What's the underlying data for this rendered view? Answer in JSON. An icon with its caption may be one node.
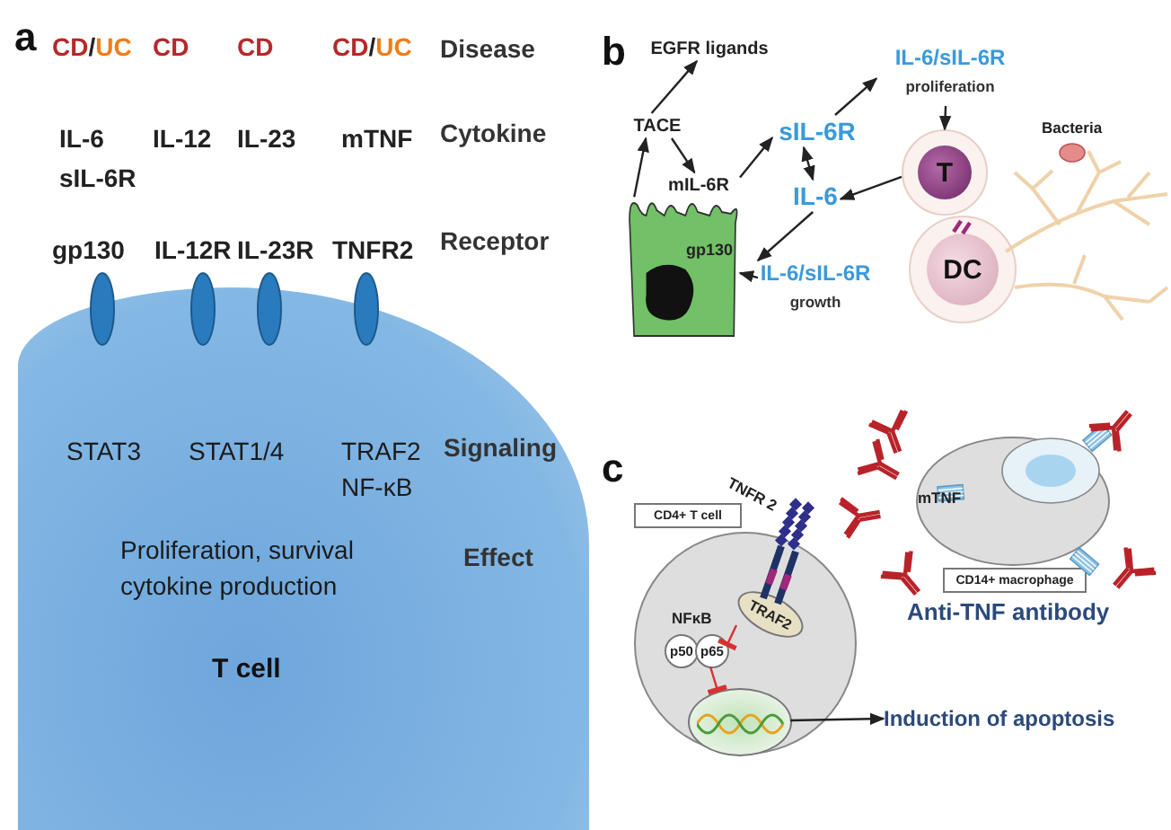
{
  "diagram": {
    "nodes": [
      {
        "text": [
          "T cell"
        ]
      },
      {
        "text": [
          "EGFR ligands"
        ]
      },
      {
        "text": [
          "TACE"
        ]
      },
      {
        "text": [
          "mIL-6R"
        ]
      },
      {
        "text": [
          "gp130"
        ]
      },
      {
        "text": [
          "sIL-6R"
        ]
      },
      {
        "text": [
          "IL-6/sIL-6R",
          "proliferation"
        ]
      },
      {
        "text": [
          "IL-6"
        ]
      },
      {
        "text": [
          "IL-6/sIL-6R",
          "growth"
        ]
      },
      {
        "text": [
          "T"
        ]
      },
      {
        "text": [
          "DC"
        ]
      },
      {
        "text": [
          "CD4+ T cell"
        ]
      },
      {
        "text": [],
        "shape": "circle"
      },
      {
        "text": [
          "TRAF2"
        ],
        "in": 12
      },
      {
        "text": [
          "p50"
        ],
        "in": 12
      },
      {
        "text": [
          "p65"
        ],
        "in": 12
      },
      {
        "text": [],
        "shape": "ellipse",
        "in": 12
      },
      {
        "text": [
          "Induction of apoptosis"
        ]
      },
      {
        "text": [],
        "shape": "ellipse"
      },
      {
        "text": [
          "CD14+ macrophage"
        ]
      }
    ],
    "edges": [
      {
        "from": 4,
        "to": 2,
        "arrow": "to"
      },
      {
        "from": 2,
        "to": 1,
        "arrow": "to"
      },
      {
        "from": 2,
        "to": 3,
        "arrow": "to"
      },
      {
        "from": 3,
        "to": 5,
        "arrow": "to"
      },
      {
        "from": 5,
        "to": 6,
        "arrow": "to"
      },
      {
        "from": 5,
        "to": 7,
        "arrow": "both"
      },
      {
        "from": 7,
        "to": 8,
        "arrow": "to"
      },
      {
        "from": 8,
        "to": 4,
        "arrow": "to"
      },
      {
        "from": 6,
        "to": 9,
        "arrow": "to"
      },
      {
        "from": 9,
        "to": 7,
        "arrow": "to"
      },
      {
        "from": 13,
        "to": 15,
        "arrow": "other",
        "color": "#d93030"
      },
      {
        "from": 15,
        "to": 16,
        "arrow": "other",
        "color": "#d93030"
      },
      {
        "from": 16,
        "to": 17,
        "arrow": "to"
      }
    ],
    "labels": [
      "a",
      "CD/UC",
      "CD",
      "CD",
      "CD/UC",
      "Disease",
      "IL-6 sIL-6R",
      "IL-12",
      "IL-23",
      "mTNF",
      "Cytokine",
      "gp130",
      "IL-12R",
      "IL-23R",
      "TNFR2",
      "Receptor",
      "STAT3",
      "STAT1/4",
      "TRAF2 NF-κB",
      "Signaling",
      "Proliferation, survival cytokine production",
      "Effect",
      "b",
      "Bacteria",
      "c",
      "TNFR 2",
      "NFκB",
      "mTNF",
      "Anti-TNF antibody"
    ]
  }
}
